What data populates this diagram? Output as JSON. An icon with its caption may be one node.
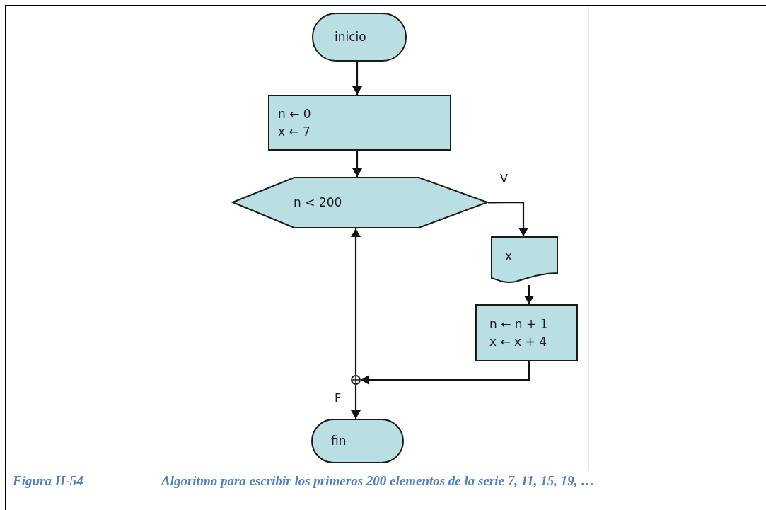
{
  "diagram": {
    "caption": "Algoritmo para escribir los primeros 200 elementos de la serie 7, 11, 15, 19, …",
    "nodes": [
      {
        "text": [
          "inicio"
        ]
      },
      {
        "text": [
          "n ← 0",
          "x ← 7"
        ]
      },
      {
        "text": [
          "n < 200"
        ]
      },
      {
        "text": [
          "x"
        ]
      },
      {
        "text": [
          "n ← n + 1",
          "x ← x + 4"
        ]
      },
      {
        "text": [],
        "shape": "circle"
      },
      {
        "text": [
          "fin"
        ]
      }
    ],
    "edges": [
      {
        "from": 0,
        "to": 1,
        "arrow": "to"
      },
      {
        "from": 1,
        "to": 2,
        "arrow": "to"
      },
      {
        "from": 2,
        "to": 3,
        "arrow": "to",
        "label": "V"
      },
      {
        "from": 3,
        "to": 4,
        "arrow": "to"
      },
      {
        "from": 4,
        "to": 5,
        "arrow": "to"
      },
      {
        "from": 5,
        "to": 2,
        "arrow": "to"
      },
      {
        "from": 5,
        "to": 6,
        "arrow": "to",
        "label": "F"
      }
    ],
    "labels": [
      "Figura II-54"
    ]
  }
}
